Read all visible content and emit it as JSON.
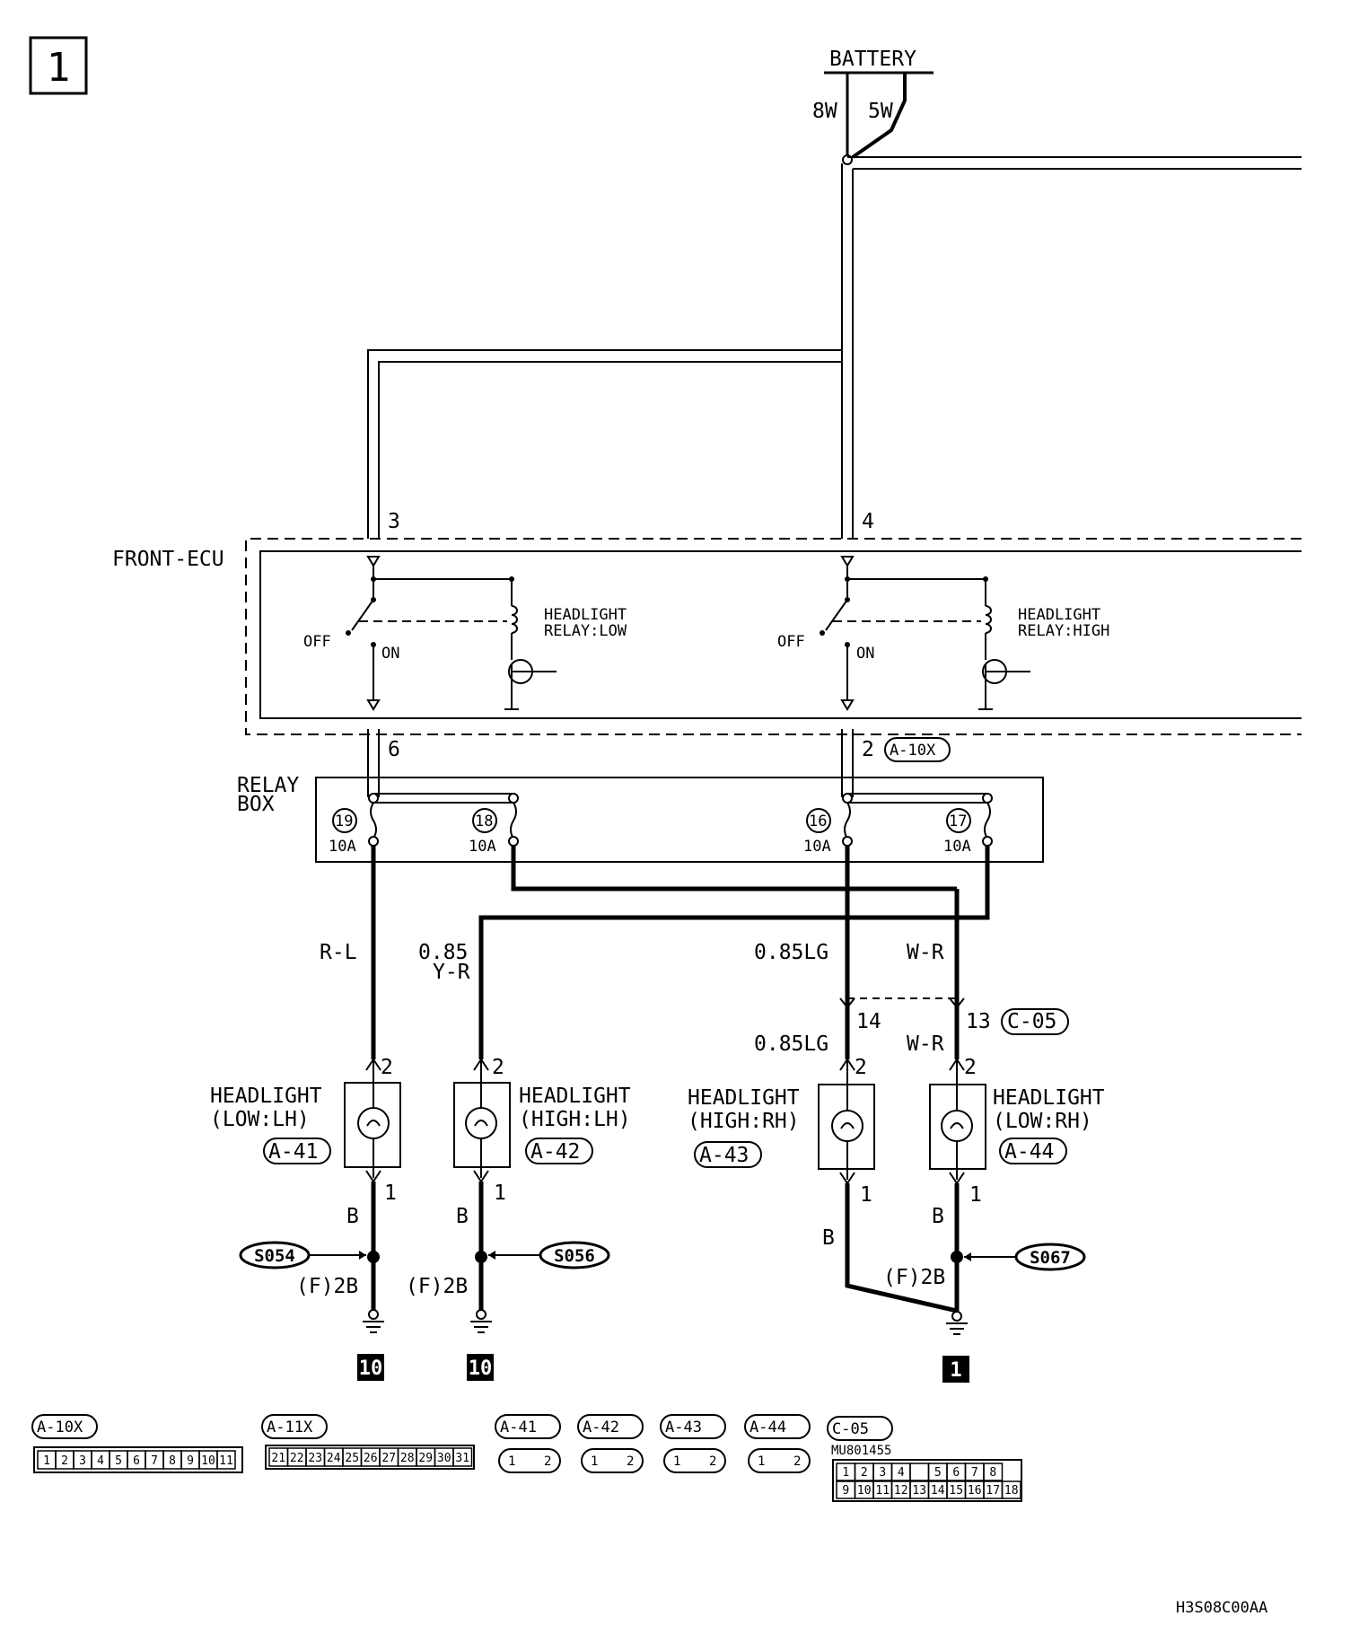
{
  "page_number": "1",
  "battery": {
    "label": "BATTERY",
    "wire_left": "8W",
    "wire_right": "5W"
  },
  "front_ecu": {
    "label": "FRONT-ECU",
    "pin_top_left": "3",
    "pin_top_right": "4",
    "pin_bottom_left": "6",
    "pin_bottom_right": "2",
    "bottom_right_connector": "A-10X",
    "switch_off": "OFF",
    "switch_on": "ON",
    "relay_low_line1": "HEADLIGHT",
    "relay_low_line2": "RELAY:LOW",
    "relay_high_line1": "HEADLIGHT",
    "relay_high_line2": "RELAY:HIGH"
  },
  "relay_box": {
    "label_line1": "RELAY",
    "label_line2": "BOX",
    "fuses": [
      {
        "number": "19",
        "rating": "10A"
      },
      {
        "number": "18",
        "rating": "10A"
      },
      {
        "number": "16",
        "rating": "10A"
      },
      {
        "number": "17",
        "rating": "10A"
      }
    ]
  },
  "wires": {
    "w1": "R-L",
    "w2_line1": "0.85",
    "w2_line2": "Y-R",
    "w3": "0.85LG",
    "w4": "W-R",
    "w3_lower": "0.85LG",
    "w4_lower": "W-R",
    "c05_pin_left": "14",
    "c05_pin_right": "13",
    "c05_connector": "C-05"
  },
  "headlights": [
    {
      "line1": "HEADLIGHT",
      "line2": "(LOW:LH)",
      "connector": "A-41",
      "pin_top": "2",
      "pin_bottom": "1",
      "ground_wire": "B",
      "splice": "S054",
      "ground_wire2": "(F)2B",
      "ground_ref": "10"
    },
    {
      "line1": "HEADLIGHT",
      "line2": "(HIGH:LH)",
      "connector": "A-42",
      "pin_top": "2",
      "pin_bottom": "1",
      "ground_wire": "B",
      "splice": "S056",
      "ground_wire2": "(F)2B",
      "ground_ref": "10"
    },
    {
      "line1": "HEADLIGHT",
      "line2": "(HIGH:RH)",
      "connector": "A-43",
      "pin_top": "2",
      "pin_bottom": "1",
      "ground_wire": "B"
    },
    {
      "line1": "HEADLIGHT",
      "line2": "(LOW:RH)",
      "connector": "A-44",
      "pin_top": "2",
      "pin_bottom": "1",
      "ground_wire": "B",
      "splice": "S067",
      "ground_wire2": "(F)2B",
      "ground_ref": "1"
    }
  ],
  "connectors": {
    "a10x": {
      "name": "A-10X",
      "pins": [
        "1",
        "2",
        "3",
        "4",
        "5",
        "6",
        "7",
        "8",
        "9",
        "10",
        "11"
      ]
    },
    "a11x": {
      "name": "A-11X",
      "pins": [
        "21",
        "22",
        "23",
        "24",
        "25",
        "26",
        "27",
        "28",
        "29",
        "30",
        "31"
      ]
    },
    "a41": {
      "name": "A-41",
      "pins": [
        "1",
        "2"
      ]
    },
    "a42": {
      "name": "A-42",
      "pins": [
        "1",
        "2"
      ]
    },
    "a43": {
      "name": "A-43",
      "pins": [
        "1",
        "2"
      ]
    },
    "a44": {
      "name": "A-44",
      "pins": [
        "1",
        "2"
      ]
    },
    "c05": {
      "name": "C-05",
      "part_number": "MU801455",
      "row1": [
        "1",
        "2",
        "3",
        "4",
        "",
        "5",
        "6",
        "7",
        "8"
      ],
      "row2": [
        "9",
        "10",
        "11",
        "12",
        "13",
        "14",
        "15",
        "16",
        "17",
        "18"
      ]
    }
  },
  "drawing_code": "H3S08C00AA"
}
